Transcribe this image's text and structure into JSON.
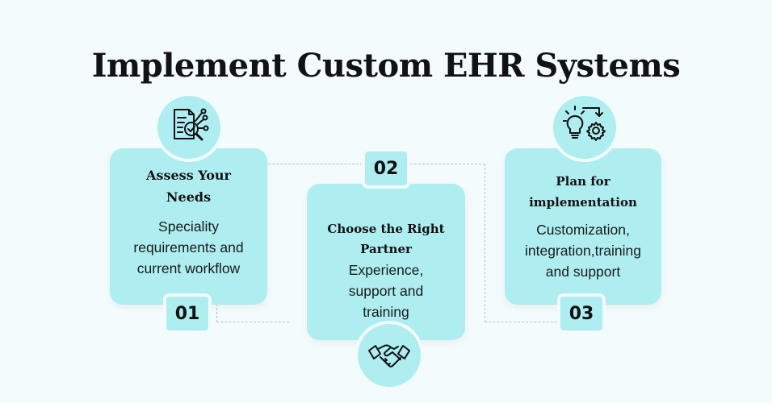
{
  "title": "Implement Custom EHR Systems",
  "steps": [
    {
      "number": "01",
      "heading": "Assess Your Needs",
      "text": "Speciality requirements and current workflow",
      "icon": "document-analysis-icon"
    },
    {
      "number": "02",
      "heading": "Choose the Right Partner",
      "text": "Experience, support and training",
      "icon": "handshake-icon"
    },
    {
      "number": "03",
      "heading": "Plan for implementation",
      "text": "Customization, integration,training and support",
      "icon": "lightbulb-gear-icon"
    }
  ],
  "colors": {
    "background": "#f3fbfc",
    "card": "#aeeef1",
    "text": "#111111",
    "connector": "#b8c3c5"
  }
}
